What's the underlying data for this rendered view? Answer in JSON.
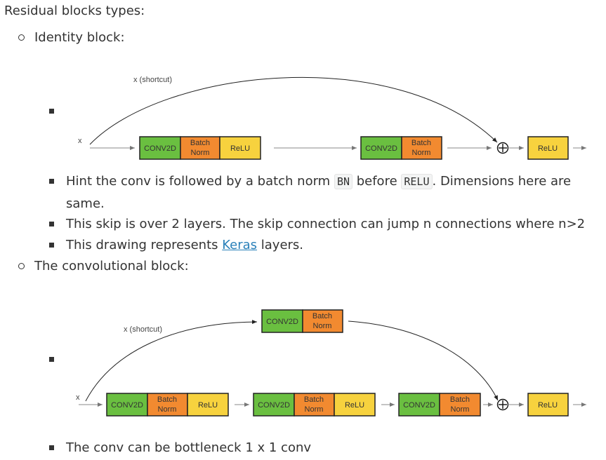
{
  "heading": "Residual blocks types:",
  "identity": {
    "label": "Identity block:",
    "diagram": {
      "input_label": "x",
      "shortcut_label": "x (shortcut)",
      "boxes": [
        "CONV2D",
        "Batch Norm",
        "ReLU",
        "CONV2D",
        "Batch Norm",
        "ReLU"
      ],
      "add_symbol": "⊕"
    },
    "hint": {
      "part1": "Hint the conv is followed by a batch norm ",
      "code1": "BN",
      "part2": " before ",
      "code2": "RELU",
      "part3": ". Dimensions here are",
      "line2": "same."
    },
    "skip_text": "This skip is over 2 layers. The skip connection can jump n connections where n>2",
    "drawing": {
      "part1": "This drawing represents ",
      "link": "Keras",
      "part2": " layers."
    }
  },
  "conv": {
    "label": "The convolutional block:",
    "diagram": {
      "input_label": "x",
      "shortcut_label": "x (shortcut)",
      "add_symbol": "⊕"
    },
    "bottleneck": "The conv can be bottleneck 1 x 1 conv"
  },
  "colors": {
    "conv": "#6abf40",
    "bn": "#f28a30",
    "relu": "#f7d23e",
    "text": "#333333",
    "link": "#2980b9"
  }
}
